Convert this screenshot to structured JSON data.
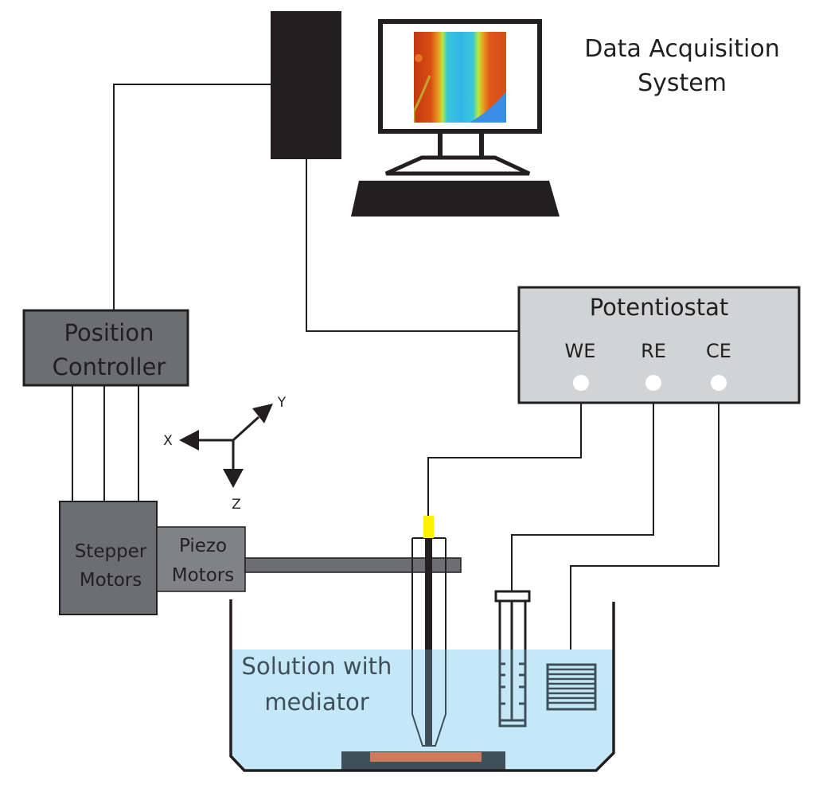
{
  "diagram": {
    "type": "scanning-electrochemical-microscopy-setup",
    "data_acquisition": {
      "label_line1": "Data Acquisition",
      "label_line2": "System"
    },
    "position_controller": {
      "label_line1": "Position",
      "label_line2": "Controller"
    },
    "stepper_motors": {
      "label_line1": "Stepper",
      "label_line2": "Motors"
    },
    "piezo_motors": {
      "label_line1": "Piezo",
      "label_line2": "Motors"
    },
    "potentiostat": {
      "label": "Potentiostat",
      "terminals": [
        "WE",
        "RE",
        "CE"
      ]
    },
    "axes": {
      "x": "X",
      "y": "Y",
      "z": "Z"
    },
    "solution": {
      "label_line1": "Solution with",
      "label_line2": "mediator"
    },
    "colors": {
      "line": "#231f20",
      "controller_fill": "#6d6e71",
      "stepper_fill": "#6d6e71",
      "piezo_fill": "#808285",
      "arm_fill": "#6d6e71",
      "potentiostat_fill": "#d1d3d4",
      "solution_fill": "#c5e8f9",
      "electrode_tip": "#fff200",
      "substrate_base": "#3f4f5a",
      "substrate_sample": "#d07a5c",
      "submerged_line": "#3f4f5a"
    }
  }
}
